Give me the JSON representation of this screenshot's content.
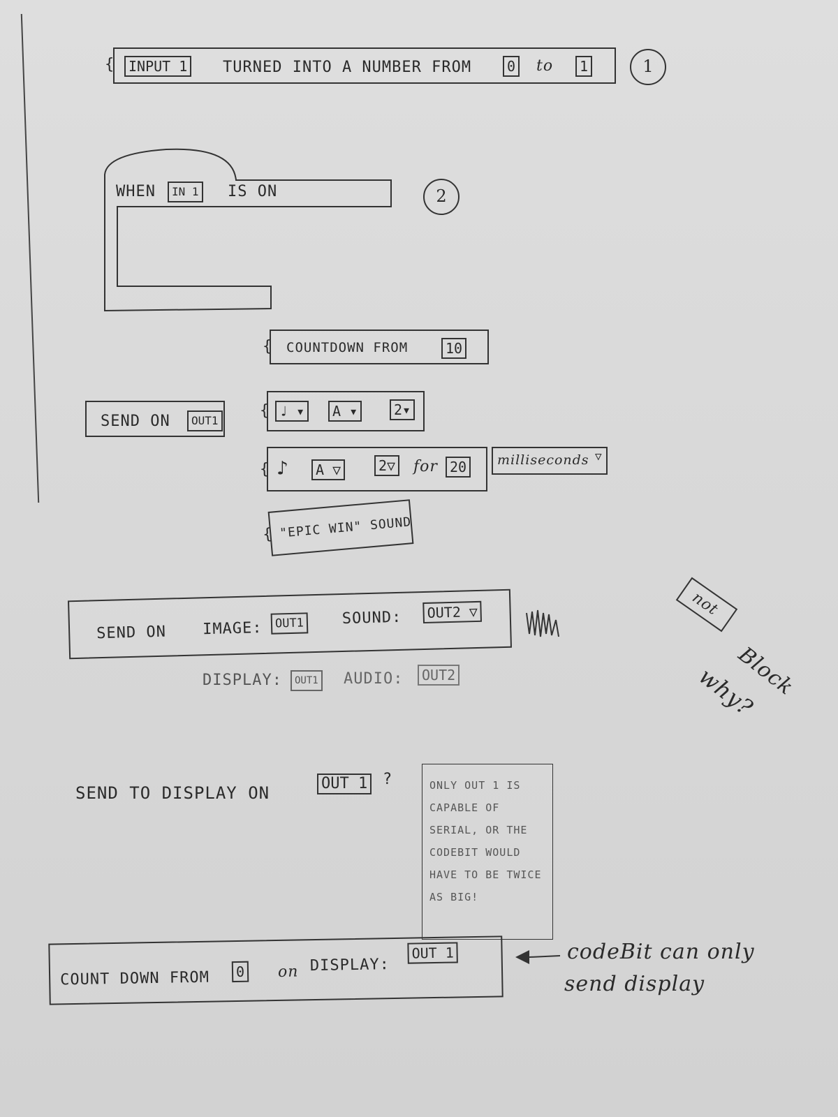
{
  "block1": {
    "input_field": "INPUT 1",
    "middle_text": "TURNED INTO A NUMBER FROM",
    "from_value": "0",
    "to_text": "to",
    "to_value": "1",
    "badge": "1"
  },
  "block2": {
    "when_text": "WHEN",
    "in_field": "IN 1",
    "is_on_text": "IS ON",
    "badge": "2"
  },
  "countdown1": {
    "text": "COUNTDOWN FROM",
    "value": "10"
  },
  "send_on_small": {
    "text": "SEND ON",
    "field": "OUT1"
  },
  "note_block": {
    "note_icon": "♩",
    "note_field": "A",
    "octave_field": "2"
  },
  "note_for_block": {
    "note_field": "A",
    "octave_field": "2",
    "for_text": "for",
    "duration": "20",
    "unit": "milliseconds"
  },
  "sound_block": {
    "text": "\"EPIC WIN\" SOUND"
  },
  "send_on_big": {
    "text": "SEND ON",
    "image_label": "IMAGE:",
    "image_field": "OUT1",
    "sound_label": "SOUND:",
    "sound_field": "OUT2"
  },
  "display_audio": {
    "display_label": "DISPLAY:",
    "display_field": "OUT1",
    "audio_label": "AUDIO:",
    "audio_field": "OUT2"
  },
  "not_block": {
    "text": "not"
  },
  "side_note": {
    "line1": "Block",
    "line2": "why?"
  },
  "send_display": {
    "text": "SEND TO DISPLAY ON",
    "field": "OUT 1",
    "mark": "?"
  },
  "comment_box": {
    "text": "ONLY OUT 1 IS CAPABLE OF SERIAL, OR THE CODEBIT WOULD HAVE TO BE TWICE AS BIG!"
  },
  "countdown_display": {
    "text": "COUNT DOWN FROM",
    "value": "0",
    "on_text": "on",
    "display_label": "DISPLAY:",
    "field": "OUT 1"
  },
  "annotation": {
    "line1": "codeBit can only",
    "line2": "send display"
  }
}
